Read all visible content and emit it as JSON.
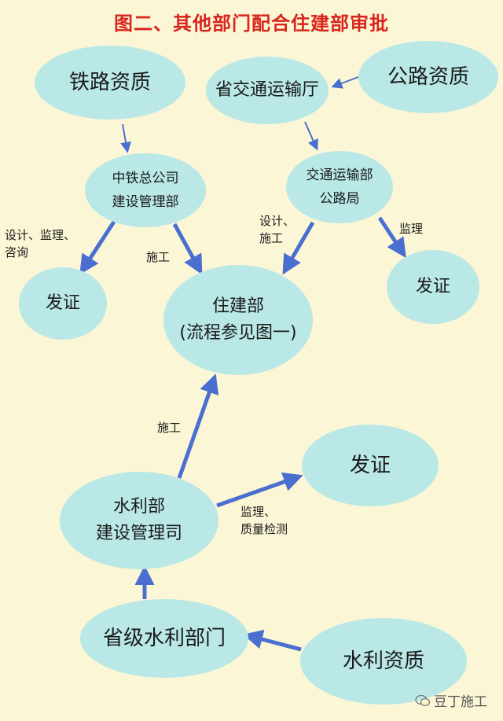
{
  "title": "图二、其他部门配合住建部审批",
  "nodes": {
    "railway_qual": "铁路资质",
    "provincial_transport": "省交通运输厅",
    "highway_qual": "公路资质",
    "crcc_line1": "中铁总公司",
    "crcc_line2": "建设管理部",
    "mot_highway_line1": "交通运输部",
    "mot_highway_line2": "公路局",
    "cert_left": "发证",
    "cert_right": "发证",
    "mohurd_line1": "住建部",
    "mohurd_line2": "(流程参见图一)",
    "cert_water": "发证",
    "mwr_line1": "水利部",
    "mwr_line2": "建设管理司",
    "prov_water": "省级水利部门",
    "water_qual": "水利资质"
  },
  "edge_labels": {
    "crcc_design_line1": "设计、监理、",
    "crcc_design_line2": "咨询",
    "crcc_construct": "施工",
    "mot_design_line1": "设计、",
    "mot_design_line2": "施工",
    "mot_supervise": "监理",
    "mwr_construct": "施工",
    "mwr_supervise_line1": "监理、",
    "mwr_supervise_line2": "质量检测"
  },
  "watermark": "豆丁施工",
  "colors": {
    "background": "#fbf6d6",
    "node_fill": "#b9e8e7",
    "arrow": "#4a6fd0",
    "title": "#d9261c"
  }
}
